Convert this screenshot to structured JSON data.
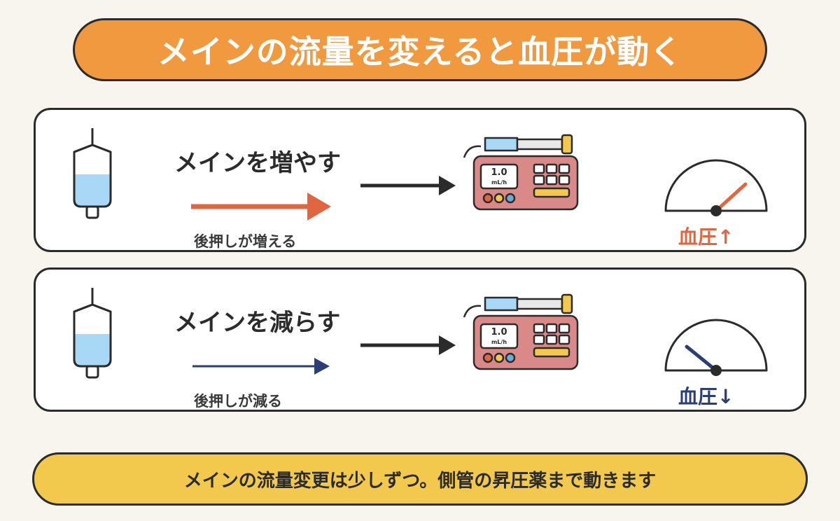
{
  "title": "メインの流量を変えると血圧が動く",
  "panels": [
    {
      "heading": "メインを増やす",
      "sub": "後押しが増える",
      "pump_display": "1.0",
      "pump_unit": "mL/h",
      "bp_label": "血圧↑",
      "accent_color": "#e0663f"
    },
    {
      "heading": "メインを減らす",
      "sub": "後押しが減る",
      "pump_display": "1.0",
      "pump_unit": "mL/h",
      "bp_label": "血圧↓",
      "accent_color": "#2a3f73"
    }
  ],
  "footer": "メインの流量変更は少しずつ。側管の昇圧薬まで動きます",
  "icons": [
    "iv-bag-icon",
    "arrow-icon",
    "syringe-pump-icon",
    "gauge-icon"
  ]
}
